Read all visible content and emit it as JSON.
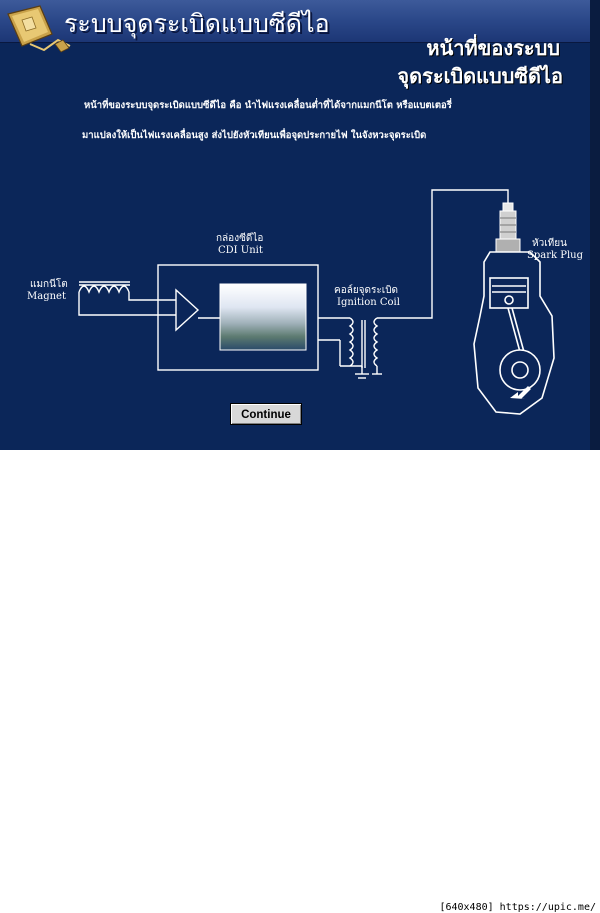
{
  "header": {
    "title": "ระบบจุดระเบิดแบบซีดีไอ"
  },
  "main": {
    "heading_line1": "หน้าที่ของระบบ",
    "heading_line2": "จุดระเบิดแบบซีดีไอ",
    "description_line1": "หน้าที่ของระบบจุดระเบิดแบบซีดีไอ คือ นำไฟแรงเคลื่อนต่ำที่ได้จากแมกนีโต หรือแบตเตอรี่",
    "description_line2": "มาแปลงให้เป็นไฟแรงเคลื่อนสูง ส่งไปยังหัวเทียนเพื่อจุดประกายไฟ ในจังหวะจุดระเบิด"
  },
  "diagram": {
    "magnet_th": "แมกนีโต",
    "magnet_en": "Magnet",
    "cdi_th": "กล่องซีดีไอ",
    "cdi_en": "CDI Unit",
    "coil_th": "คอล์ยจุดระเบิด",
    "coil_en": "Ignition Coil",
    "plug_th": "หัวเทียน",
    "plug_en": "Spark Plug"
  },
  "buttons": {
    "continue_label": "Continue"
  },
  "footer": {
    "watermark": "[640x480] https://upic.me/"
  },
  "colors": {
    "background": "#0b2659",
    "titlebar": "#2a4788",
    "text": "#ffffff"
  },
  "icons": [
    "folder-logo-icon",
    "amplifier-triangle-icon",
    "coil-icon",
    "spark-plug-icon",
    "piston-icon",
    "crankshaft-icon"
  ]
}
